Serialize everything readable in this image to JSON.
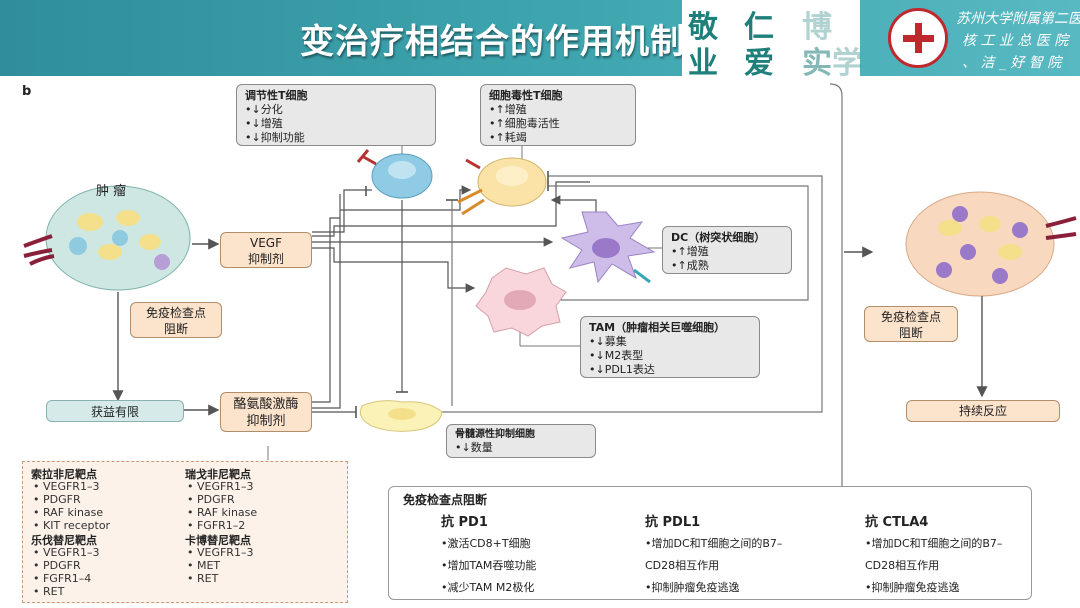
{
  "header": {
    "title": "变治疗相结合的作用机制",
    "motto_chars": [
      "敬",
      "仁",
      "博",
      "业",
      "爱",
      "实",
      "学"
    ],
    "hospital_line1": "苏州大学附属第二医",
    "hospital_line2": "核 工 业 总 医 院",
    "hospital_line3": "、 洁 _ 好 智 院"
  },
  "figure_label": "b",
  "tumor": {
    "label": "肿 瘤"
  },
  "left_flow": {
    "checkpoint_label": "免疫检查点\n阻断",
    "checkpoint_line1": "免疫检查点",
    "checkpoint_line2": "阻断",
    "limited_benefit": "获益有限"
  },
  "vegf": {
    "line1": "VEGF",
    "line2": "抑制剂"
  },
  "tki": {
    "line1": "酪氨酸激酶",
    "line2": "抑制剂"
  },
  "treg": {
    "title": "调节性T细胞",
    "items": [
      "•↓分化",
      "•↓增殖",
      "•↓抑制功能"
    ]
  },
  "ctl": {
    "title": "细胞毒性T细胞",
    "items": [
      "•↑增殖",
      "•↑细胞毒活性",
      "•↑耗竭"
    ]
  },
  "dc": {
    "title": "DC（树突状细胞）",
    "items": [
      "•↑增殖",
      "•↑成熟"
    ]
  },
  "tam": {
    "title": "TAM（肿瘤相关巨噬细胞）",
    "items": [
      "•↓募集",
      "•↓M2表型",
      "•↓PDL1表达"
    ]
  },
  "mdsc": {
    "title": "骨髓源性抑制细胞",
    "items": [
      "•↓数量"
    ]
  },
  "right_flow": {
    "checkpoint_line1": "免疫检查点",
    "checkpoint_line2": "阻断",
    "sustained": "持续反应"
  },
  "drugs": {
    "sorafenib": {
      "title": "索拉非尼靶点",
      "items": [
        "• VEGFR1–3",
        "• PDGFR",
        "• RAF kinase",
        "• KIT receptor"
      ]
    },
    "regorafenib": {
      "title": "瑞戈非尼靶点",
      "items": [
        "• VEGFR1–3",
        "• PDGFR",
        "• RAF kinase",
        "• FGFR1–2"
      ]
    },
    "lenvatinib": {
      "title": "乐伐替尼靶点",
      "items": [
        "• VEGFR1–3",
        "• PDGFR",
        "• FGFR1–4",
        "• RET"
      ]
    },
    "cabozantinib": {
      "title": "卡博替尼靶点",
      "items": [
        "• VEGFR1–3",
        "• MET",
        "• RET"
      ]
    }
  },
  "legend": {
    "title": "免疫检查点阻断",
    "pd1": {
      "title": "抗 PD1",
      "items": [
        "•激活CD8+T细胞",
        "•增加TAM吞噬功能",
        "•减少TAM M2极化"
      ]
    },
    "pdl1": {
      "title": "抗 PDL1",
      "items": [
        "•增加DC和T细胞之间的B7–",
        "CD28相互作用",
        "•抑制肿瘤免疫逃逸"
      ]
    },
    "ctla4": {
      "title": "抗 CTLA4",
      "items": [
        "•增加DC和T细胞之间的B7–",
        "CD28相互作用",
        "•抑制肿瘤免疫逃逸"
      ]
    }
  },
  "colors": {
    "header": "#3fa6b0",
    "orange_box": "#fbe3cc",
    "gray_box": "#e8e8e8",
    "pd1": "#d98a2b",
    "pdl1": "#3aa7b8",
    "ctla4": "#c0282e"
  }
}
